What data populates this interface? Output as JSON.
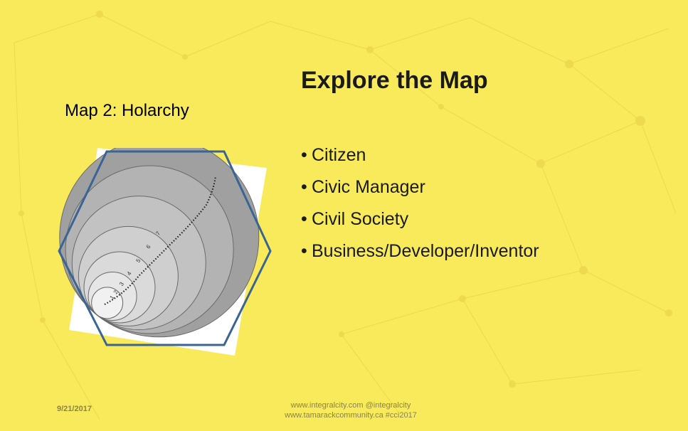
{
  "slide": {
    "map_label": "Map 2: Holarchy",
    "title": "Explore the Map",
    "bullets": [
      "Citizen",
      "Civic Manager",
      "Civil Society",
      "Business/Developer/Inventor"
    ],
    "bullet_symbol": "•"
  },
  "holarchy": {
    "level_labels": [
      "1",
      "2",
      "3",
      "4",
      "5",
      "6",
      "7"
    ],
    "level_fills": [
      "#f1f1f1",
      "#e6e6e6",
      "#dadada",
      "#cfcfcf",
      "#c2c2c2",
      "#b3b3b3",
      "#a0a0a0"
    ],
    "hexagon_color": "#3a6494"
  },
  "footer": {
    "date": "9/21/2017",
    "line1": "www.integralcity.com  @integralcity",
    "line2": "www.tamarackcommunity.ca #cci2017"
  },
  "colors": {
    "background": "#f8ea5a",
    "text": "#1a1a1a",
    "footer_text": "#8a8250"
  }
}
